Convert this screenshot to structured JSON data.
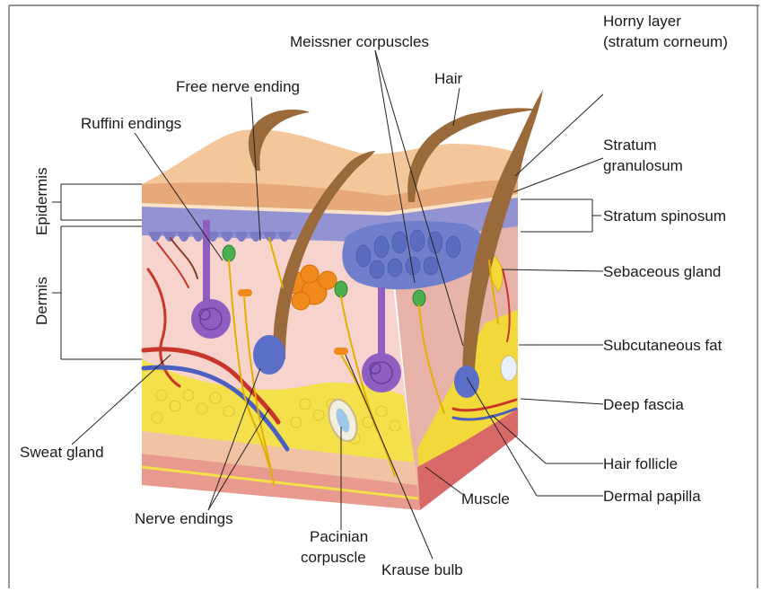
{
  "labels": {
    "meissner": "Meissner corpuscles",
    "hair": "Hair",
    "horny_1": "Horny layer",
    "horny_2": "(stratum corneum)",
    "free_nerve": "Free nerve ending",
    "ruffini": "Ruffini endings",
    "granulosum_1": "Stratum",
    "granulosum_2": "granulosum",
    "epidermis": "Epidermis",
    "spinosum": "Stratum spinosum",
    "dermis": "Dermis",
    "sebaceous": "Sebaceous gland",
    "subcutaneous": "Subcutaneous fat",
    "deep_fascia": "Deep fascia",
    "sweat": "Sweat gland",
    "hair_follicle": "Hair follicle",
    "muscle": "Muscle",
    "dermal_papilla": "Dermal papilla",
    "nerve_endings": "Nerve endings",
    "pacinian_1": "Pacinian",
    "pacinian_2": "corpuscle",
    "krause": "Krause bulb"
  },
  "colors": {
    "stratum_corneum": "#f3c79a",
    "epidermis_top": "#e8a97a",
    "spinosum": "#8f8fd0",
    "dermis": "#f6d3cc",
    "fat": "#f4e04a",
    "muscle": "#e9a3a3",
    "hair": "#9a6a3a",
    "nerve": "#e3b000",
    "artery": "#c8352b",
    "vein": "#4a5fc0",
    "gland": "#8e5fc0",
    "sebaceous_gland": "#f08a1c"
  }
}
